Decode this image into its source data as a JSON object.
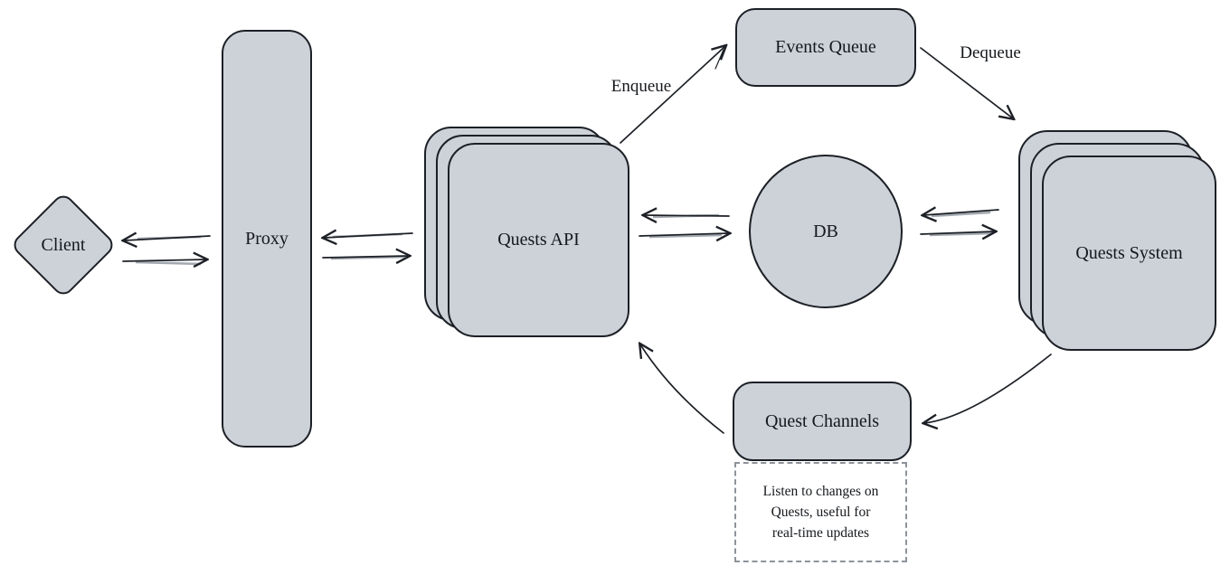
{
  "diagram": {
    "colors": {
      "background": "#ffffff",
      "node_fill": "#ccd2d8",
      "node_border": "#1c2026",
      "arrow": "#1c2026",
      "note_border": "#8d939a",
      "text": "#15181c"
    },
    "nodes": {
      "client": {
        "label": "Client",
        "shape": "diamond"
      },
      "proxy": {
        "label": "Proxy",
        "shape": "rounded-rect"
      },
      "quests_api": {
        "label": "Quests API",
        "shape": "stacked-cards"
      },
      "events_queue": {
        "label": "Events Queue",
        "shape": "rounded-rect"
      },
      "db": {
        "label": "DB",
        "shape": "circle"
      },
      "quests_system": {
        "label": "Quests System",
        "shape": "stacked-cards"
      },
      "quest_channels": {
        "label": "Quest Channels",
        "shape": "rounded-rect"
      }
    },
    "edge_labels": {
      "enqueue": "Enqueue",
      "dequeue": "Dequeue"
    },
    "note": {
      "lines": [
        "Listen to changes on",
        "Quests, useful for",
        "real-time updates"
      ]
    }
  }
}
